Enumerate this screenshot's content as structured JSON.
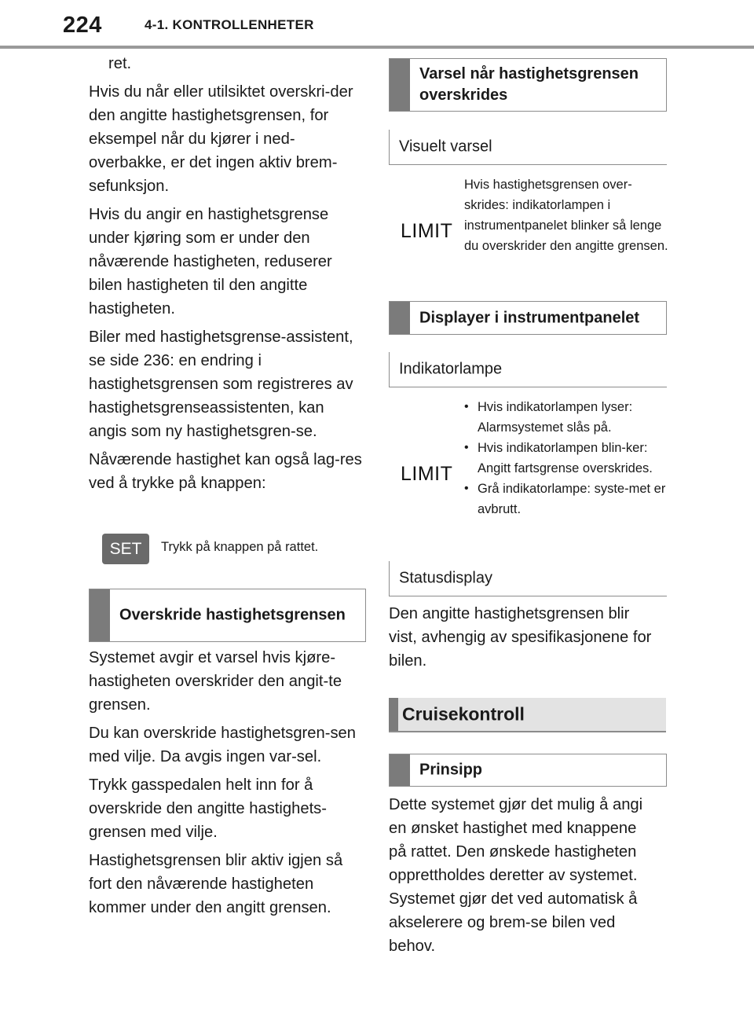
{
  "header": {
    "page_number": "224",
    "chapter": "4-1. KONTROLLENHETER"
  },
  "left": {
    "intro_line": "ret.",
    "p1": "Hvis du når eller utilsiktet overskri-der den angitte hastighetsgrensen, for eksempel når du kjører i ned-overbakke, er det ingen aktiv brem-sefunksjon.",
    "p2": "Hvis du angir en hastighetsgrense under kjøring som er under den nåværende hastigheten, reduserer bilen hastigheten til den angitte hastigheten.",
    "p3": "Biler med hastighetsgrense-assistent, se side 236: en endring i hastighetsgrensen som registreres av hastighetsgrenseassistenten, kan angis som ny hastighetsgren-se.",
    "p4": "Nåværende hastighet kan også lag-res ved å trykke på knappen:",
    "set_button": "SET",
    "set_caption": "Trykk på knappen på rattet.",
    "exceed_heading": "Overskride hastighetsgrensen",
    "p5": "Systemet avgir et varsel hvis kjøre-hastigheten overskrider den angit-te grensen.",
    "p6": "Du kan overskride hastighetsgren-sen med vilje. Da avgis ingen var-sel.",
    "p7": "Trykk gasspedalen helt inn for å overskride den angitte hastighets-grensen med vilje.",
    "p8": "Hastighetsgrensen blir aktiv igjen så fort den nåværende hastigheten kommer under den angitt grensen."
  },
  "right": {
    "warning_heading": "Varsel når hastighetsgrensen overskrides",
    "visual_heading": "Visuelt varsel",
    "limit_icon_1": "LIMIT",
    "visual_text": "Hvis hastighetsgrensen over-skrides: indikatorlampen i instrumentpanelet blinker så lenge du overskrider den angitte grensen.",
    "display_heading": "Displayer i instrumentpanelet",
    "indicator_heading": "Indikatorlampe",
    "limit_icon_2": "LIMIT",
    "indicator_bullets": [
      "Hvis indikatorlampen lyser: Alarmsystemet slås på.",
      "Hvis indikatorlampen blin-ker: Angitt fartsgrense overskrides.",
      "Grå indikatorlampe: syste-met er avbrutt."
    ],
    "status_heading": "Statusdisplay",
    "status_text": "Den angitte hastighetsgrensen blir vist, avhengig av spesifikasjonene for bilen.",
    "cruise_heading": "Cruisekontroll",
    "principle_heading": "Prinsipp",
    "principle_text": "Dette systemet gjør det mulig å angi en ønsket hastighet med knappene på rattet. Den ønskede hastigheten opprettholdes deretter av systemet. Systemet gjør det ved automatisk å akselerere og brem-se bilen ved behov."
  },
  "colors": {
    "heading_bar": "#7b7b7b",
    "rule": "#9a9a9a",
    "section_band": "#e3e3e3"
  }
}
